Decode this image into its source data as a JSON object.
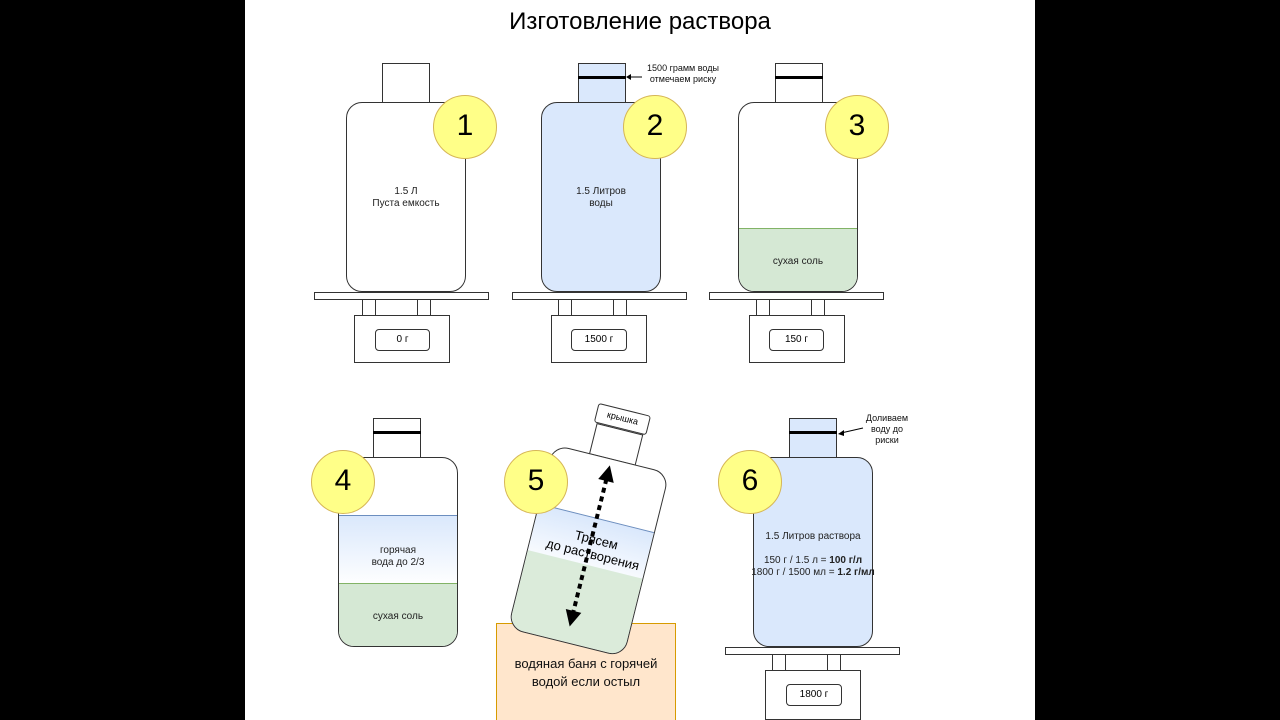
{
  "title": "Изготовление раствора",
  "steps": [
    {
      "number": "1",
      "label_line1": "1.5 Л",
      "label_line2": "Пуста емкость",
      "scale": "0 г"
    },
    {
      "number": "2",
      "label_line1": "1.5 Литров",
      "label_line2": "воды",
      "scale": "1500 г",
      "note_line1": "1500 грамм воды",
      "note_line2": "отмечаем риску"
    },
    {
      "number": "3",
      "label": "сухая соль",
      "scale": "150 г"
    },
    {
      "number": "4",
      "water_line1": "горячая",
      "water_line2": "вода до 2/3",
      "salt": "сухая соль"
    },
    {
      "number": "5",
      "cap": "крышка",
      "shake_line1": "Трясем",
      "shake_line2": "до растворения",
      "bath_line1": "водяная баня с горячей",
      "bath_line2": "водой если остыл"
    },
    {
      "number": "6",
      "note_line1": "Доливаем",
      "note_line2": "воду до",
      "note_line3": "риски",
      "label_line1": "1.5 Литров раствора",
      "calc1_prefix": "150 г / 1.5 л = ",
      "calc1_bold": "100 г/л",
      "calc2_prefix": "1800 г / 1500 мл = ",
      "calc2_bold": "1.2 г/мл",
      "scale": "1800 г"
    }
  ],
  "colors": {
    "water": "#dae8fc",
    "salt": "#d5e8d4",
    "circle": "#ffff88",
    "bath": "#ffe6cc"
  }
}
